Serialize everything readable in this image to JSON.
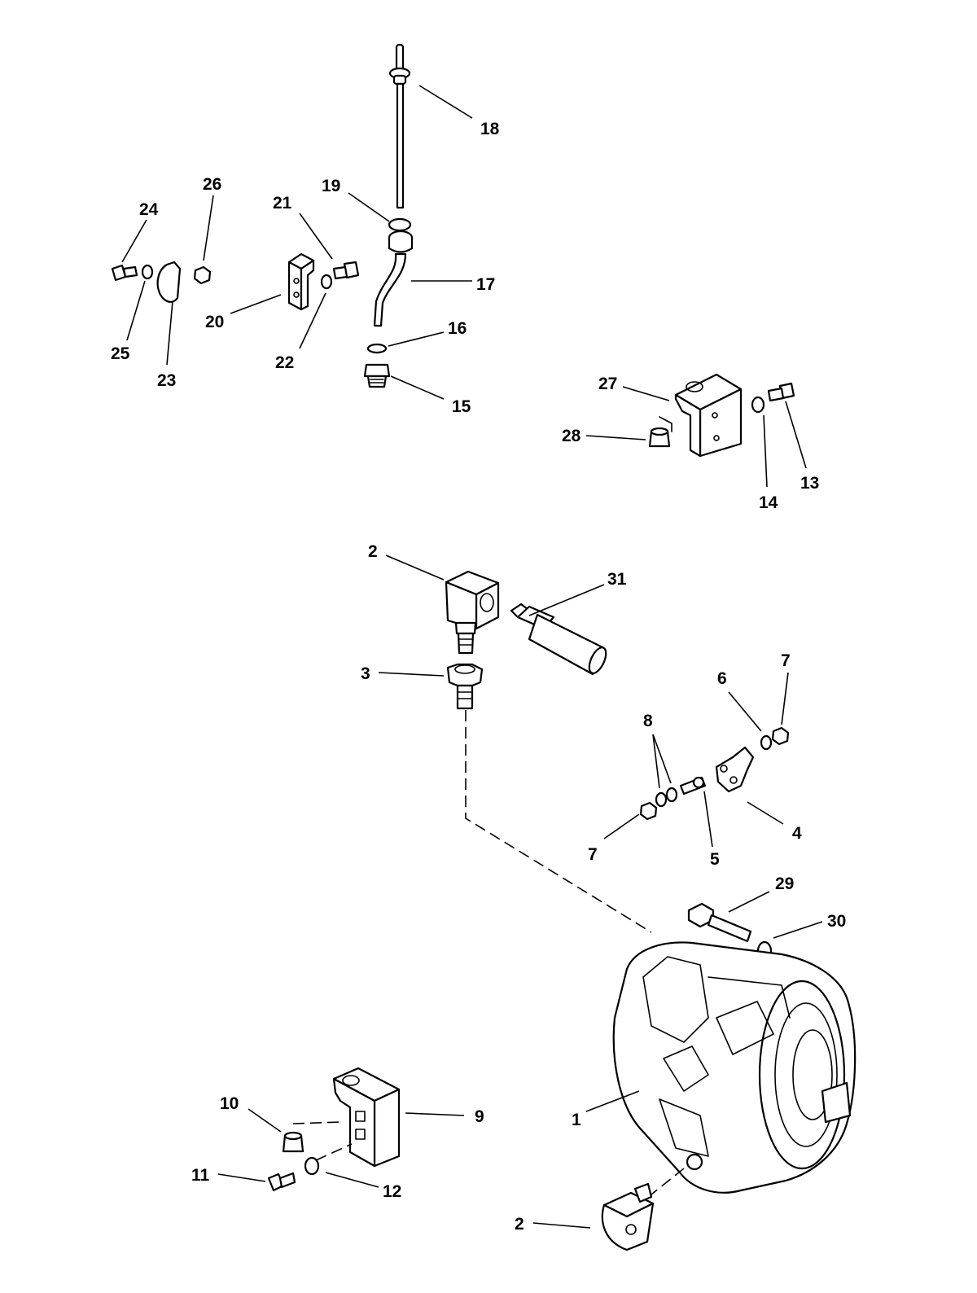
{
  "callouts": [
    "1",
    "2",
    "2",
    "3",
    "4",
    "5",
    "6",
    "7",
    "7",
    "8",
    "9",
    "10",
    "11",
    "12",
    "13",
    "14",
    "15",
    "16",
    "17",
    "18",
    "19",
    "20",
    "21",
    "22",
    "23",
    "24",
    "25",
    "26",
    "27",
    "28",
    "29",
    "30",
    "31"
  ]
}
